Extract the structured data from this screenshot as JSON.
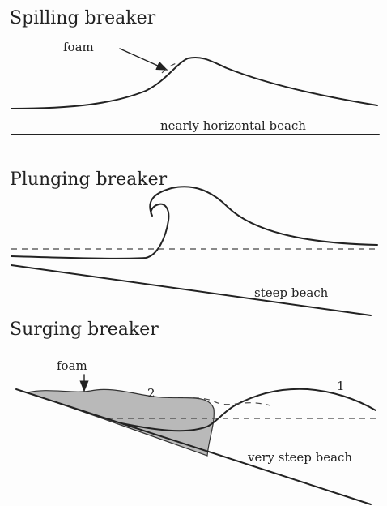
{
  "panels": {
    "spilling": {
      "title": "Spilling breaker",
      "foam_label": "foam",
      "beach_label": "nearly horizontal beach"
    },
    "plunging": {
      "title": "Plunging breaker",
      "beach_label": "steep beach"
    },
    "surging": {
      "title": "Surging breaker",
      "foam_label": "foam",
      "wave_label_1": "1",
      "wave_label_2": "2",
      "beach_label": "very steep beach"
    }
  },
  "colors": {
    "ink": "#222222",
    "foam_fill": "#b9b9b9",
    "background": "#fdfdfd"
  }
}
